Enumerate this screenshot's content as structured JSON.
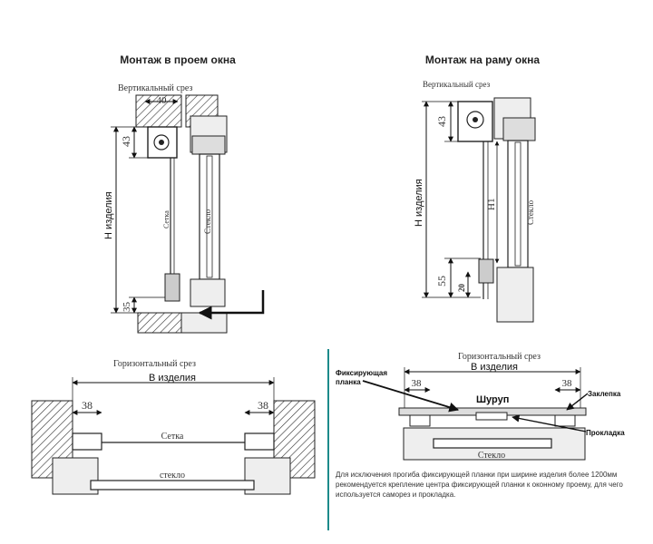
{
  "left": {
    "title": "Монтаж в проем окна",
    "vertical_label": "Вертикальный срез",
    "dim_top": "40",
    "dim_43": "43",
    "dim_35": "35",
    "height_label": "Н изделия",
    "mesh_label": "Сетка",
    "glass_label": "Стекло",
    "horizontal_label": "Горизонтальный срез",
    "width_label": "В изделия",
    "dim_38_left": "38",
    "dim_38_right": "38",
    "mesh_label_h": "Сетка",
    "glass_label_h": "стекло"
  },
  "right": {
    "title": "Монтаж на раму окна",
    "vertical_label": "Вертикальный срез",
    "dim_43": "43",
    "dim_55": "55",
    "dim_20": "20",
    "height_label": "Н изделия",
    "inner_label": "Н1",
    "glass_label": "Стекло",
    "horizontal_label": "Горизонтальный срез",
    "width_label": "В изделия",
    "dim_38_left": "38",
    "dim_38_right": "38",
    "label_plank": "Фиксирующая планка",
    "label_plank_1": "Фиксирующая",
    "label_plank_2": "планка",
    "label_screw": "Шуруп",
    "label_cap": "Заклепка",
    "label_gasket": "Прокладка",
    "glass_label_h": "Стекло",
    "note": "Для исключения прогиба фиксирующей планки при ширине изделия более 1200мм рекомендуется крепление центра фиксирующей планки к оконному проему, для чего используется саморез и прокладка."
  }
}
